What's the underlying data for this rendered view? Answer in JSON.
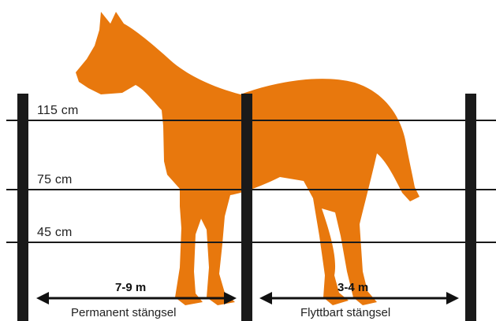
{
  "colors": {
    "horse": "#e8780d",
    "post": "#1a1a1a",
    "wire": "#1a1a1a",
    "background": "#ffffff"
  },
  "wire_heights": {
    "top": "115 cm",
    "middle": "75 cm",
    "bottom": "45 cm"
  },
  "sections": {
    "permanent": {
      "distance": "7-9 m",
      "label": "Permanent stängsel"
    },
    "movable": {
      "distance": "3-4 m",
      "label": "Flyttbart stängsel"
    }
  },
  "icons": {
    "horse": "horse-silhouette-icon",
    "arrows": "double-headed-arrow-icon"
  }
}
